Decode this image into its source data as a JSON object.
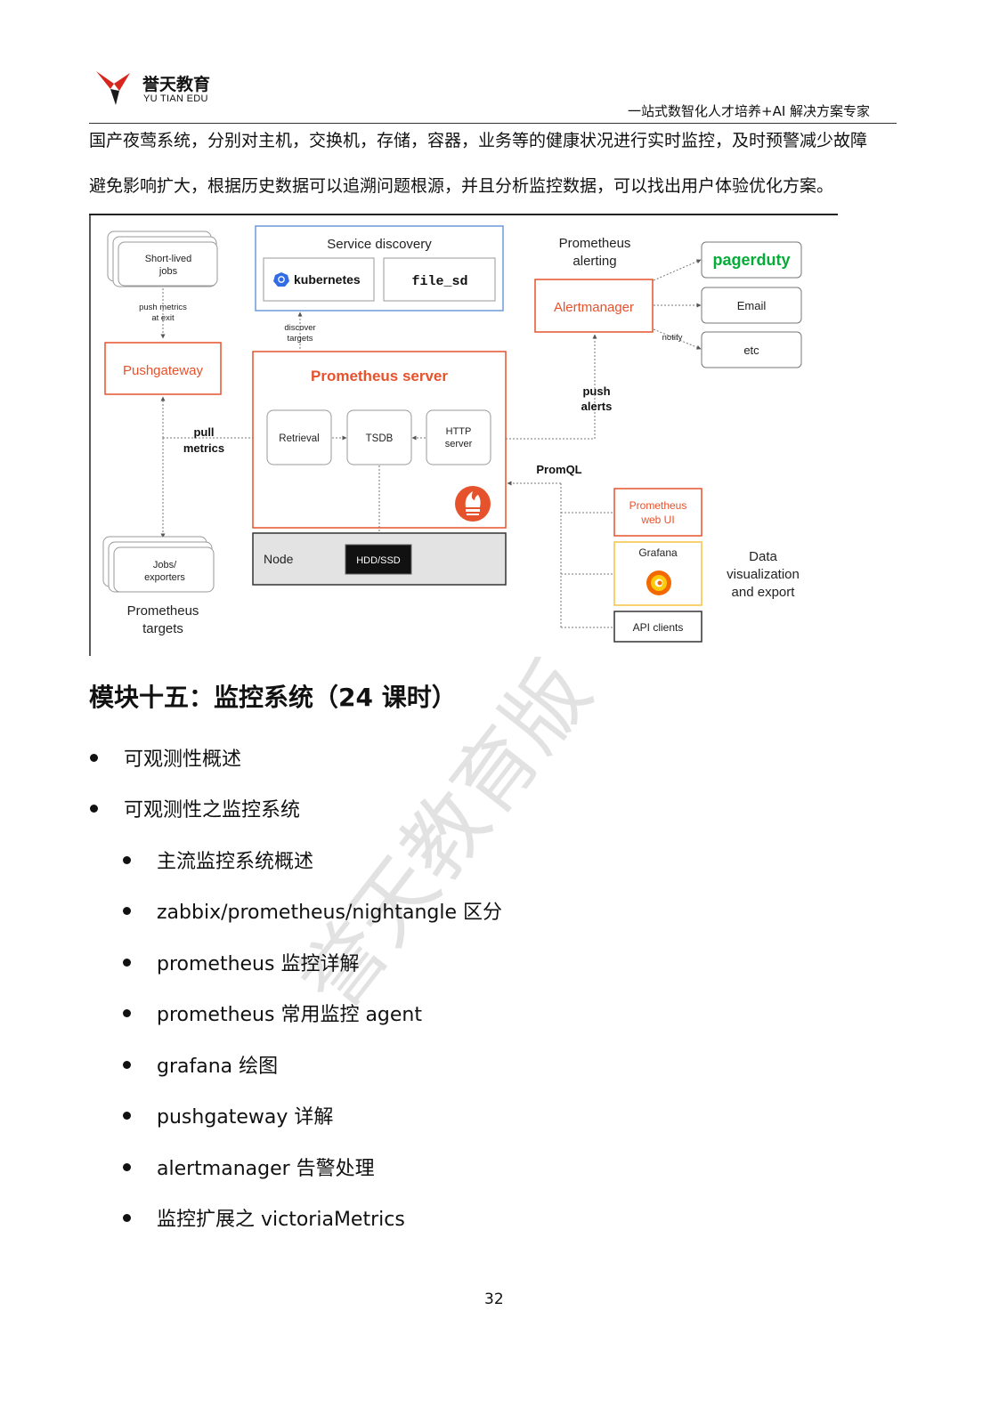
{
  "header": {
    "brand_cn": "誉天教育",
    "brand_en": "YU TIAN EDU",
    "slogan": "一站式数智化人才培养+AI 解决方案专家"
  },
  "intro": {
    "line1": "国产夜莺系统，分别对主机，交换机，存储，容器，业务等的健康状况进行实时监控，及时预警减少故障",
    "line2": "避免影响扩大，根据历史数据可以追溯问题根源，并且分析监控数据，可以找出用户体验优化方案。"
  },
  "diagram": {
    "short_lived_1": "Short-lived",
    "short_lived_2": "jobs",
    "push_metrics_1": "push metrics",
    "push_metrics_2": "at exit",
    "pushgateway": "Pushgateway",
    "pull_1": "pull",
    "pull_2": "metrics",
    "jobs_1": "Jobs/",
    "jobs_2": "exporters",
    "targets_1": "Prometheus",
    "targets_2": "targets",
    "service_discovery": "Service discovery",
    "kubernetes": "kubernetes",
    "file_sd": "file_sd",
    "discover_1": "discover",
    "discover_2": "targets",
    "prometheus_server": "Prometheus server",
    "retrieval": "Retrieval",
    "tsdb": "TSDB",
    "http_1": "HTTP",
    "http_2": "server",
    "node": "Node",
    "hdd": "HDD/SSD",
    "alerting_1": "Prometheus",
    "alerting_2": "alerting",
    "alertmanager": "Alertmanager",
    "pagerduty": "pagerduty",
    "email": "Email",
    "etc": "etc",
    "notify": "notify",
    "push_alerts_1": "push",
    "push_alerts_2": "alerts",
    "promql": "PromQL",
    "webui_1": "Prometheus",
    "webui_2": "web UI",
    "grafana": "Grafana",
    "api_clients": "API clients",
    "dataviz_1": "Data",
    "dataviz_2": "visualization",
    "dataviz_3": "and export",
    "colors": {
      "prometheus_red": "#e6522c",
      "sd_blue": "#6d9ad8",
      "pagerduty_green": "#06ac38",
      "grafana_yellow": "#f5c342",
      "kubernetes_blue": "#326ce5"
    }
  },
  "module": {
    "title": "模块十五：监控系统（24 课时）",
    "items": [
      {
        "label": "可观测性概述",
        "level": 1
      },
      {
        "label": "可观测性之监控系统",
        "level": 1
      },
      {
        "label": "主流监控系统概述",
        "level": 2
      },
      {
        "label": "zabbix/prometheus/nightangle 区分",
        "level": 2
      },
      {
        "label": "prometheus 监控详解",
        "level": 2
      },
      {
        "label": "prometheus 常用监控 agent",
        "level": 2
      },
      {
        "label": "grafana 绘图",
        "level": 2
      },
      {
        "label": "pushgateway 详解",
        "level": 2
      },
      {
        "label": "alertmanager 告警处理",
        "level": 2
      },
      {
        "label": "监控扩展之 victoriaMetrics",
        "level": 2
      }
    ]
  },
  "watermark": "誉天教育版",
  "page_number": "32"
}
